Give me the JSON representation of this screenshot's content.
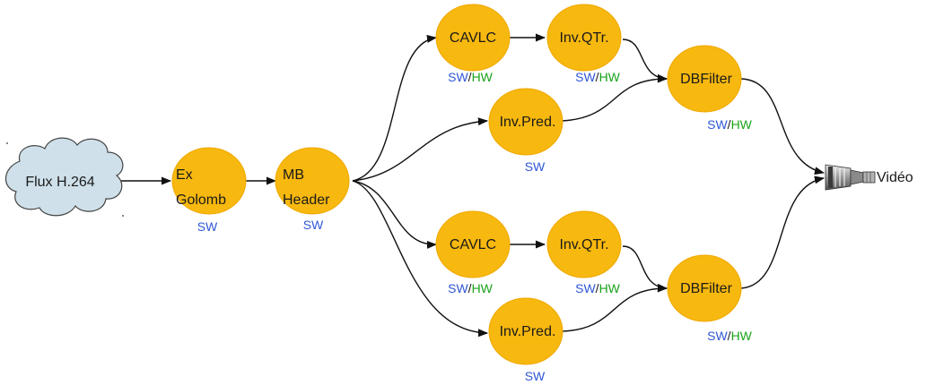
{
  "colors": {
    "node_fill": "#f7b80f",
    "node_stroke": "#f0a800",
    "cloud_fill": "#cfe0ea",
    "cloud_stroke": "#444444",
    "sw": "#2f57d6",
    "hw": "#1aa31a",
    "edge": "#111111"
  },
  "source": {
    "label": "Flux H.264"
  },
  "output": {
    "label": "Vidéo",
    "icon": "film-reel-icon"
  },
  "nodes": {
    "exgolomb": {
      "line1": "Ex",
      "line2": "Golomb",
      "impl_sw": "SW"
    },
    "mbheader": {
      "line1": "MB",
      "line2": "Header",
      "impl_sw": "SW"
    },
    "cavlc_top": {
      "label": "CAVLC",
      "impl_sw": "SW",
      "impl_sep": "/",
      "impl_hw": "HW"
    },
    "invqtr_top": {
      "label": "Inv.QTr.",
      "impl_sw": "SW",
      "impl_sep": "/",
      "impl_hw": "HW"
    },
    "invpred_top": {
      "label": "Inv.Pred.",
      "impl_sw": "SW"
    },
    "dbfilter_top": {
      "label": "DBFilter",
      "impl_sw": "SW",
      "impl_sep": "/",
      "impl_hw": "HW"
    },
    "cavlc_bot": {
      "label": "CAVLC",
      "impl_sw": "SW",
      "impl_sep": "/",
      "impl_hw": "HW"
    },
    "invqtr_bot": {
      "label": "Inv.QTr.",
      "impl_sw": "SW",
      "impl_sep": "/",
      "impl_hw": "HW"
    },
    "invpred_bot": {
      "label": "Inv.Pred.",
      "impl_sw": "SW"
    },
    "dbfilter_bot": {
      "label": "DBFilter",
      "impl_sw": "SW",
      "impl_sep": "/",
      "impl_hw": "HW"
    }
  },
  "edges": [
    {
      "from": "source",
      "to": "exgolomb"
    },
    {
      "from": "exgolomb",
      "to": "mbheader"
    },
    {
      "from": "mbheader",
      "to": "cavlc_top"
    },
    {
      "from": "mbheader",
      "to": "invpred_top"
    },
    {
      "from": "mbheader",
      "to": "cavlc_bot"
    },
    {
      "from": "mbheader",
      "to": "invpred_bot"
    },
    {
      "from": "cavlc_top",
      "to": "invqtr_top"
    },
    {
      "from": "invqtr_top",
      "to": "dbfilter_top"
    },
    {
      "from": "invpred_top",
      "to": "dbfilter_top"
    },
    {
      "from": "cavlc_bot",
      "to": "invqtr_bot"
    },
    {
      "from": "invqtr_bot",
      "to": "dbfilter_bot"
    },
    {
      "from": "invpred_bot",
      "to": "dbfilter_bot"
    },
    {
      "from": "dbfilter_top",
      "to": "output"
    },
    {
      "from": "dbfilter_bot",
      "to": "output"
    }
  ]
}
